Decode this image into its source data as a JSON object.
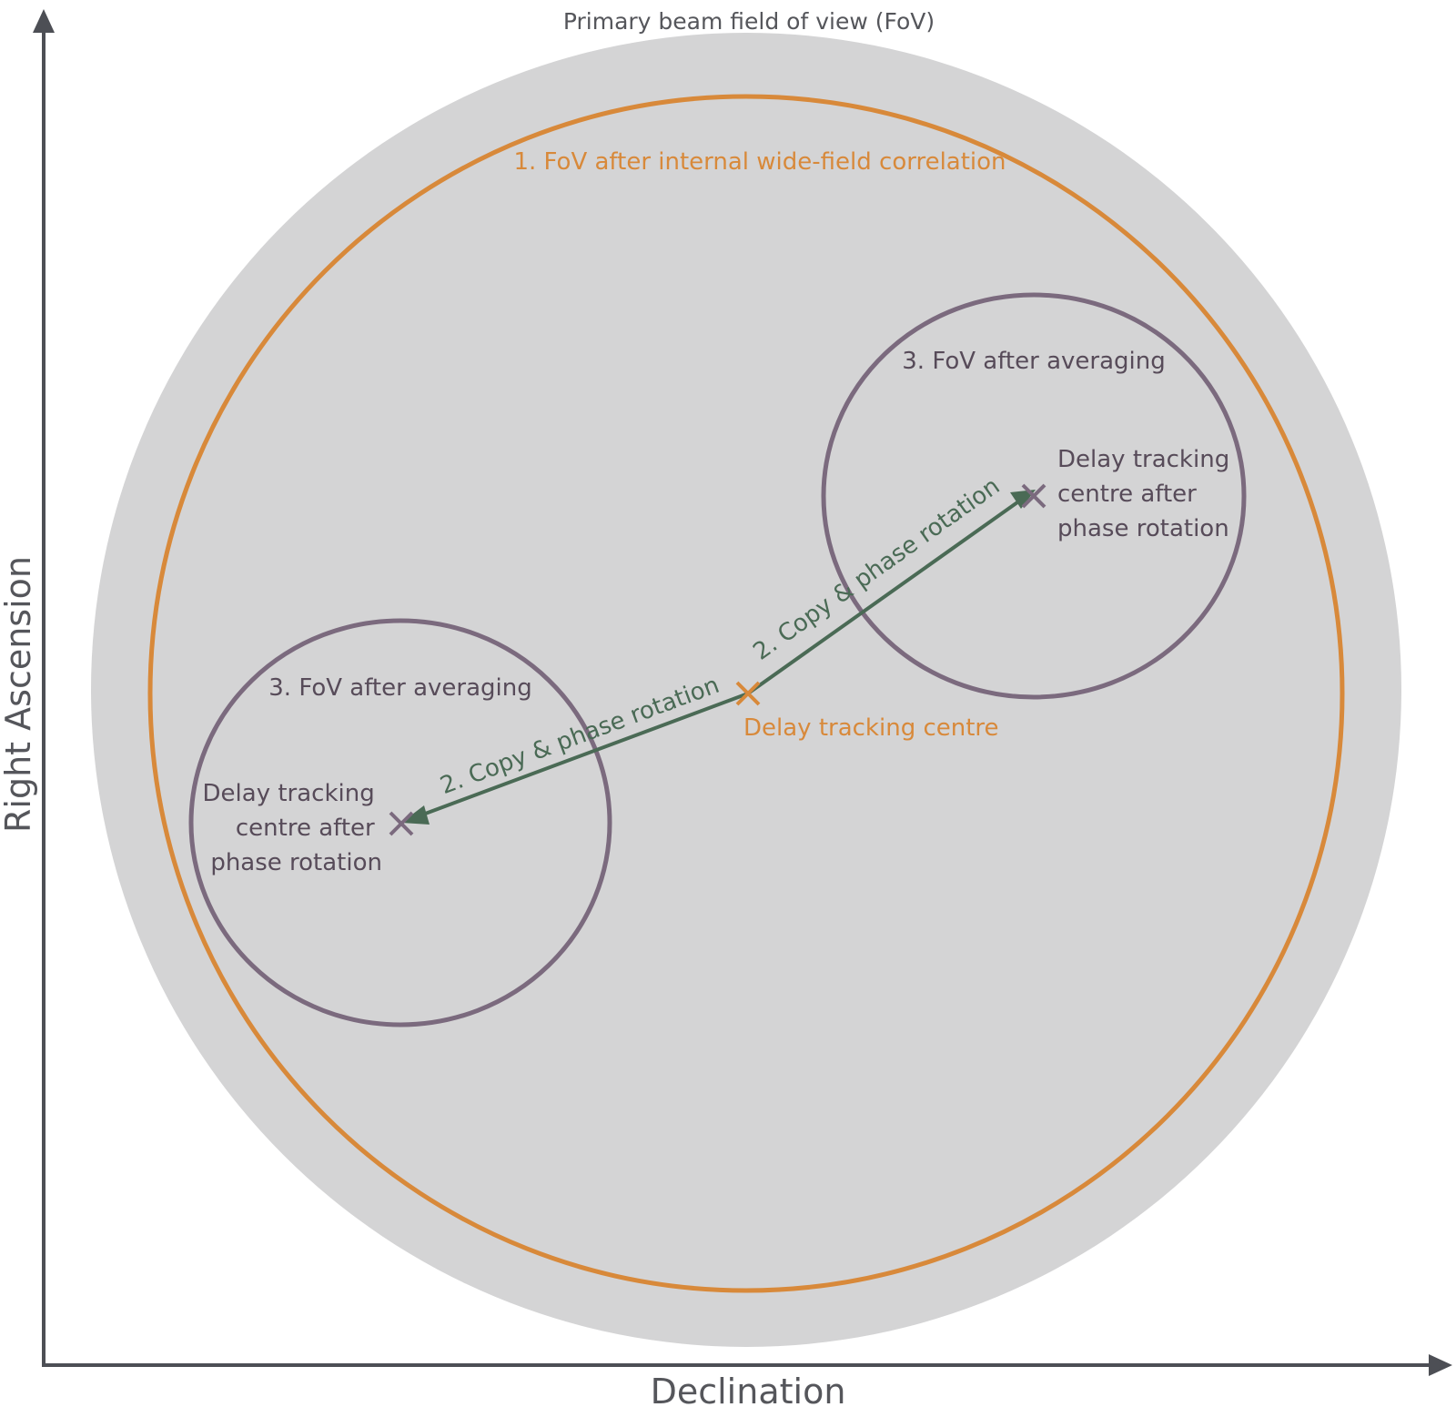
{
  "diagram": {
    "title": "Primary beam field of view (FoV)",
    "axes": {
      "x_label": "Declination",
      "y_label": "Right Ascension"
    },
    "orange_circle_label": "1. FoV after internal wide-field correlation",
    "centre_label": "Delay tracking centre",
    "averaging_label_right": "3. FoV after averaging",
    "averaging_label_left": "3. FoV after averaging",
    "shifted_centre_right": [
      "Delay tracking",
      "centre after",
      "phase rotation"
    ],
    "shifted_centre_left": [
      "Delay tracking",
      "centre after",
      "phase rotation"
    ],
    "arrow_label_right": "2. Copy & phase rotation",
    "arrow_label_left": "2. Copy & phase rotation",
    "colors": {
      "primary_beam_fill": "#d4d4d5",
      "orange": "#d8893a",
      "purple": "#7b6a7e",
      "green": "#4a6a55",
      "axis": "#4d4f55"
    }
  }
}
